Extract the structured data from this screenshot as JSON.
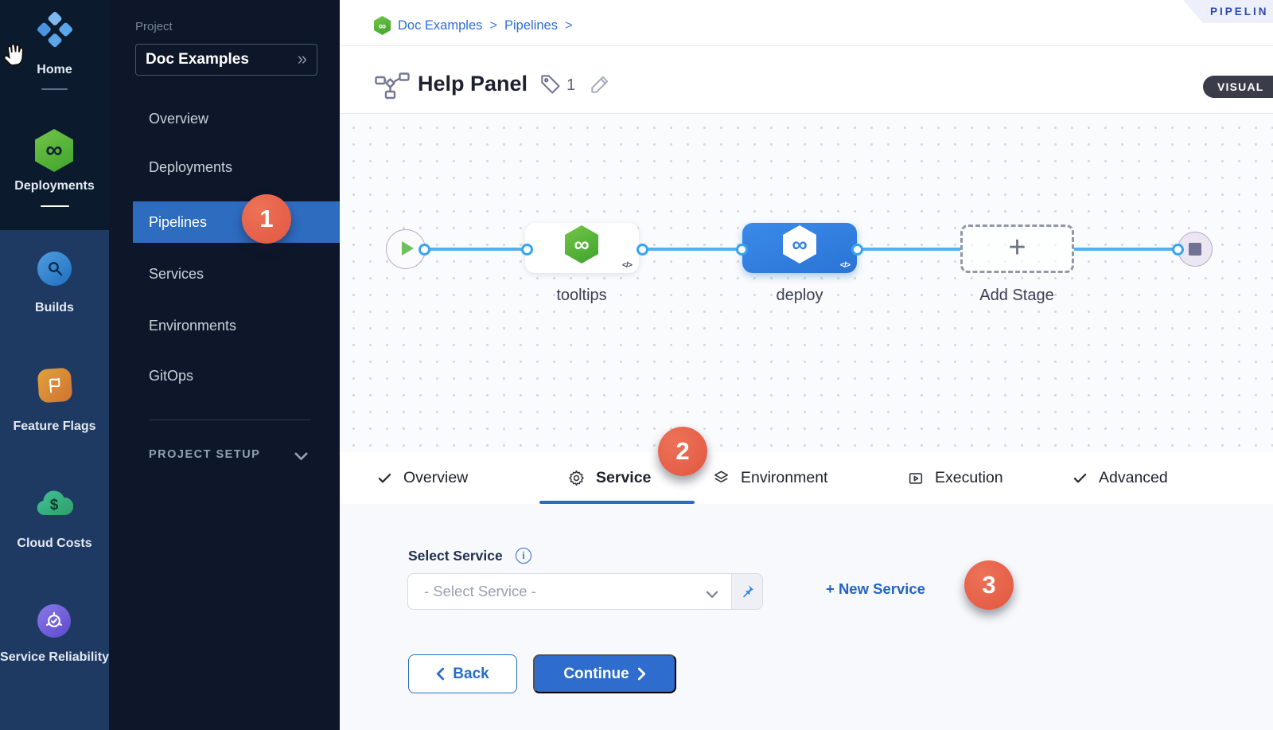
{
  "module_nav": {
    "items": [
      {
        "label": "Home"
      },
      {
        "label": "Deployments"
      },
      {
        "label": "Builds"
      },
      {
        "label": "Feature Flags"
      },
      {
        "label": "Cloud Costs"
      },
      {
        "label": "Service Reliability"
      }
    ]
  },
  "project_nav": {
    "section_label": "Project",
    "project_name": "Doc Examples",
    "items": [
      {
        "label": "Overview"
      },
      {
        "label": "Deployments"
      },
      {
        "label": "Pipelines",
        "badge": "1",
        "active": true
      },
      {
        "label": "Services"
      },
      {
        "label": "Environments"
      },
      {
        "label": "GitOps"
      }
    ],
    "setup_label": "PROJECT SETUP"
  },
  "header": {
    "breadcrumb": [
      {
        "label": "Doc Examples"
      },
      {
        "label": "Pipelines"
      }
    ],
    "separator": ">",
    "studio_badge": "PIPELIN",
    "title": "Help Panel",
    "tag_count": "1",
    "view_toggle": "VISUAL"
  },
  "canvas": {
    "stages": [
      {
        "name": "tooltips"
      },
      {
        "name": "deploy",
        "selected": true
      }
    ],
    "add_stage_label": "Add Stage"
  },
  "tabs": {
    "items": [
      {
        "label": "Overview"
      },
      {
        "label": "Service",
        "badge": "2",
        "active": true
      },
      {
        "label": "Environment"
      },
      {
        "label": "Execution"
      },
      {
        "label": "Advanced"
      }
    ]
  },
  "service_panel": {
    "label": "Select Service",
    "dropdown_placeholder": "- Select Service -",
    "new_service_label": "+ New Service",
    "new_service_badge": "3",
    "back_label": "Back",
    "continue_label": "Continue"
  },
  "icons": {
    "infinity": "∞",
    "code": "</>",
    "plus": "+",
    "double_chevron": "»"
  },
  "colors": {
    "accent_blue": "#2a6bc8",
    "node_selected_blue": "#2e80e1",
    "connector_blue": "#55b0f0",
    "harness_green": "#4fae35",
    "annotation_red": "#e25740",
    "active_row_blue": "#2e6cc0"
  }
}
